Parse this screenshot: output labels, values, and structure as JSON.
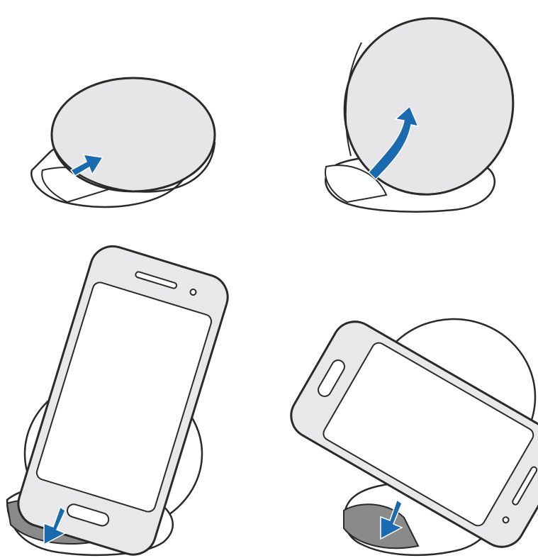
{
  "colors": {
    "background": "#ffffff",
    "outline": "#2a2a2a",
    "pad_fill": "#e6e6e8",
    "stand_fill": "#ffffff",
    "arrow": "#1a6ab0",
    "phone_screen": "#ffffff",
    "phone_body": "#e8e8ea",
    "dark_base": "#8a8a8a"
  },
  "steps": [
    {
      "id": 1,
      "arrow_icon": "arrow-right-icon",
      "content": "flat-charging-pad"
    },
    {
      "id": 2,
      "arrow_icon": "arrow-up-curved-icon",
      "content": "raised-charging-pad"
    },
    {
      "id": 3,
      "arrow_icon": "arrow-down-icon",
      "content": "phone-portrait-on-stand"
    },
    {
      "id": 4,
      "arrow_icon": "arrow-down-icon",
      "content": "phone-landscape-on-stand"
    }
  ]
}
